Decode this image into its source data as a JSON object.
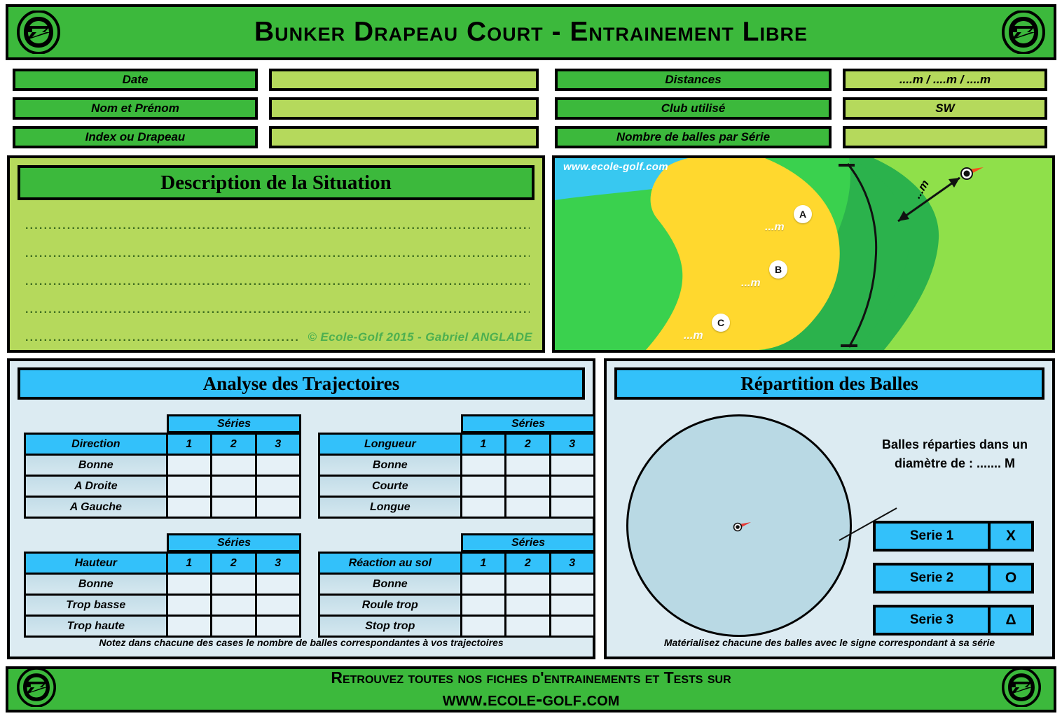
{
  "header": {
    "title": "Bunker Drapeau Court - Entrainement Libre",
    "logo_icon": "ecole-golf-logo-icon"
  },
  "fields": {
    "rows": [
      {
        "label": "Date",
        "value": "",
        "label2": "Distances",
        "value2": "....m / ....m / ....m"
      },
      {
        "label": "Nom et Prénom",
        "value": "",
        "label2": "Club utilisé",
        "value2": "SW"
      },
      {
        "label": "Index ou Drapeau",
        "value": "",
        "label2": "Nombre de balles par Série",
        "value2": ""
      }
    ]
  },
  "description": {
    "title": "Description de la Situation",
    "lines": [
      "....................................................................................................................................................................................",
      "....................................................................................................................................................................................",
      "....................................................................................................................................................................................",
      "....................................................................................................................................................................................",
      "................................................................."
    ],
    "copyright": "© Ecole-Golf  2015 - Gabriel ANGLADE"
  },
  "course": {
    "site_url": "www.ecole-golf.com",
    "markers": [
      {
        "id": "A",
        "distance": "...m"
      },
      {
        "id": "B",
        "distance": "...m"
      },
      {
        "id": "C",
        "distance": "...m"
      }
    ],
    "green_distance": "...m",
    "hole_icon": "golf-hole-flag-icon"
  },
  "trajectories": {
    "title": "Analyse des Trajectoires",
    "series_label": "Séries",
    "series_columns": [
      "1",
      "2",
      "3"
    ],
    "tables": [
      {
        "name": "Direction",
        "rows": [
          "Bonne",
          "A Droite",
          "A Gauche"
        ]
      },
      {
        "name": "Longueur",
        "rows": [
          "Bonne",
          "Courte",
          "Longue"
        ]
      },
      {
        "name": "Hauteur",
        "rows": [
          "Bonne",
          "Trop basse",
          "Trop haute"
        ]
      },
      {
        "name": "Réaction au sol",
        "rows": [
          "Bonne",
          "Roule trop",
          "Stop trop"
        ]
      }
    ],
    "note": "Notez dans chacune des cases le nombre de balles correspondantes à vos trajectoires"
  },
  "repartition": {
    "title": "Répartition des Balles",
    "diameter_text": "Balles réparties dans un diamètre de : ....... M",
    "hole_icon": "golf-hole-flag-icon",
    "series": [
      {
        "label": "Serie 1",
        "symbol": "X"
      },
      {
        "label": "Serie 2",
        "symbol": "O"
      },
      {
        "label": "Serie 3",
        "symbol": "Δ"
      }
    ],
    "note": "Matérialisez chacune des balles avec le signe correspondant à sa série"
  },
  "footer": {
    "line1": "Retrouvez toutes nos fiches d'entrainements et Tests sur",
    "line2": "www.ecole-golf.com"
  },
  "colors": {
    "brand_green": "#3cb93c",
    "field_green": "#b5d95c",
    "accent_blue": "#33c1fa",
    "panel_blue": "#dcebf2",
    "bunker_yellow": "#ffdd33"
  }
}
